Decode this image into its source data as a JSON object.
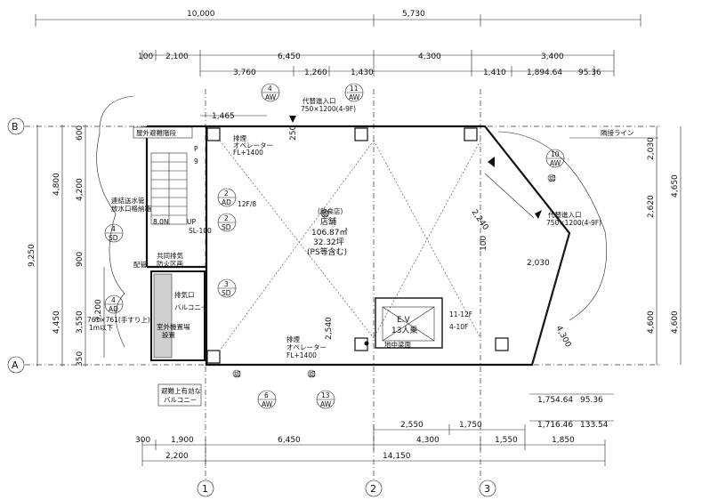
{
  "dims_top_row1": [
    "10,000",
    "5,730"
  ],
  "dims_top_row2": [
    "100",
    "2,100",
    "6,450",
    "4,300",
    "3,400"
  ],
  "dims_top_row3": [
    "3,760",
    "1,260",
    "1,430",
    "1,410",
    "1,894.64",
    "95.36"
  ],
  "dim_top_small": "1,465",
  "dims_bottom_row1": [
    "2,550",
    "1,750"
  ],
  "dims_bottom_row2": [
    "300",
    "1,900",
    "6,450",
    "4,300",
    "1,550",
    "1,850"
  ],
  "dims_bottom_row3": [
    "2,200",
    "14,150"
  ],
  "dims_right_lower": [
    "1,754.64",
    "95.36",
    "1,716.46",
    "133.54"
  ],
  "dims_left_outer": [
    "9,250"
  ],
  "dims_left_mid": [
    "4,800",
    "4,450"
  ],
  "dims_left_inner": [
    "600",
    "4,200",
    "900",
    "3,550",
    "350"
  ],
  "dim_left_3200": "3,200",
  "dims_right": [
    "2,030",
    "2,620",
    "4,650",
    "4,600",
    "4,600"
  ],
  "dims_interior": [
    "2,240",
    "100",
    "2,030",
    "4,300",
    "2,540",
    "250"
  ],
  "grid_rows": [
    "B",
    "A"
  ],
  "grid_cols": [
    "1",
    "2",
    "3"
  ],
  "marks": {
    "m4aw_top": {
      "n": "4",
      "code": "AW"
    },
    "m11aw": {
      "n": "11",
      "code": "AW"
    },
    "m10aw": {
      "n": "10",
      "code": "AW"
    },
    "m2ad": {
      "n": "2",
      "code": "AD"
    },
    "m2sd": {
      "n": "2",
      "code": "SD"
    },
    "m4sd": {
      "n": "4",
      "code": "SD"
    },
    "m3sd": {
      "n": "3",
      "code": "SD"
    },
    "m4ad": {
      "n": "4",
      "code": "AD"
    },
    "m6aw": {
      "n": "6",
      "code": "AW"
    },
    "m13aw": {
      "n": "13",
      "code": "AW"
    }
  },
  "labels": {
    "entry_top_title": "代替進入口",
    "entry_top_size": "750×1200(4-9F)",
    "entry_right_title": "代替進入口",
    "entry_right_size": "750×1200(4-9F)",
    "exterior_stair": "屋外避難階段",
    "boundary": "隣接ライン",
    "operator_top_1": "排煙",
    "operator_top_2": "オペレーター",
    "operator_top_3": "FL+1400",
    "operator_bottom_1": "排煙",
    "operator_bottom_2": "オペレーター",
    "operator_bottom_3": "FL+1400",
    "store_type": "(飲食店)",
    "store_name": "店舗",
    "store_area": "106.87㎡",
    "store_tsubo": "32.32坪",
    "store_note": "(PS等含む)",
    "balcony_label": "バルコニー",
    "escape_balcony_1": "避難上有効な",
    "escape_balcony_2": "バルコニー",
    "ev_title": "E.V",
    "ev_capacity": "13人乗",
    "ev_note": "地中梁面",
    "ev_floors_1": "11-12F",
    "ev_floors_2": "4-10F",
    "standpipe_1": "連結送水管",
    "standpipe_2": "放水口格納箱",
    "level_1": "8.0N",
    "level_2": "UP",
    "stair_9": "9",
    "stair_p": "P",
    "door_12f": "12F/8",
    "sl_note": "SL-100",
    "pipe_note": "配管",
    "pipe_note_2": "共同排気",
    "pipe_note_3": "防火区画",
    "vent_note": "排気口",
    "ac_note_1": "室外機置場",
    "ac_note_2": "設置",
    "handrail_note": "761×761(手すり上)",
    "handrail_note_2": "1m以下",
    "cert_mark": "認"
  }
}
